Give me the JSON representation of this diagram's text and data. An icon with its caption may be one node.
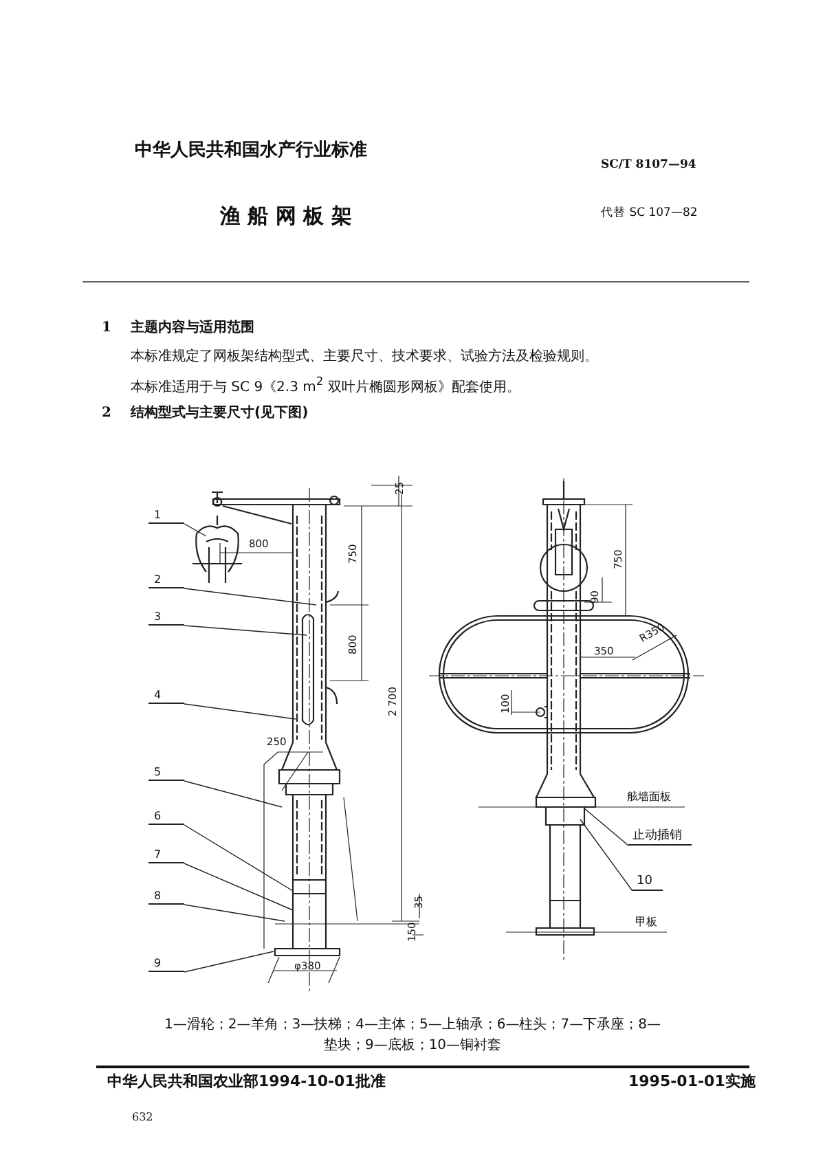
{
  "diagram": {
    "title": "渔 船 网 板 架",
    "caption": "1—滑轮；2—羊角；3—扶梯；4—主体；5—上轴承；6—柱头；7—下承座；8—垫块；9—底板；10—铜衬套",
    "nodes": [
      {
        "text": [
          "1"
        ]
      },
      {
        "text": [
          "2"
        ]
      },
      {
        "text": [
          "3"
        ]
      },
      {
        "text": [
          "4"
        ]
      },
      {
        "text": [
          "5"
        ]
      },
      {
        "text": [
          "6"
        ]
      },
      {
        "text": [
          "7"
        ]
      },
      {
        "text": [
          "8"
        ]
      },
      {
        "text": [
          "9"
        ]
      },
      {
        "text": [
          "止动插销"
        ]
      },
      {
        "text": [
          "10"
        ]
      }
    ],
    "edges": [
      {
        "from": 0,
        "to": null,
        "arrow": "none"
      },
      {
        "from": 1,
        "to": null,
        "arrow": "none"
      },
      {
        "from": 2,
        "to": null,
        "arrow": "none"
      },
      {
        "from": 3,
        "to": null,
        "arrow": "none"
      },
      {
        "from": 4,
        "to": null,
        "arrow": "none"
      },
      {
        "from": 5,
        "to": null,
        "arrow": "none"
      },
      {
        "from": 6,
        "to": null,
        "arrow": "none"
      },
      {
        "from": 7,
        "to": null,
        "arrow": "none"
      },
      {
        "from": 8,
        "to": null,
        "arrow": "none"
      },
      {
        "from": 9,
        "to": null,
        "arrow": "none"
      },
      {
        "from": 10,
        "to": null,
        "arrow": "none"
      }
    ],
    "labels": [
      "中华人民共和国水产行业标准",
      "SC/T 8107—94",
      "代替 SC 107—82",
      "1",
      "主题内容与适用范围",
      "本标准规定了网板架结构型式、主要尺寸、技术要求、试验方法及检验规则。",
      "本标准适用于与 SC 9《2.3 m$^{2}$ 双叶片椭圆形网板》配套使用。",
      "2",
      "结构型式与主要尺寸(见下图)",
      "25",
      "800",
      "750",
      "800",
      "2 700",
      "250",
      "35",
      "150",
      "φ380",
      "750",
      "90",
      "350",
      "R350",
      "100",
      "舷墙面板",
      "甲板",
      "中华人民共和国农业部1994-10-01批准",
      "1995-01-01实施",
      "632"
    ]
  }
}
